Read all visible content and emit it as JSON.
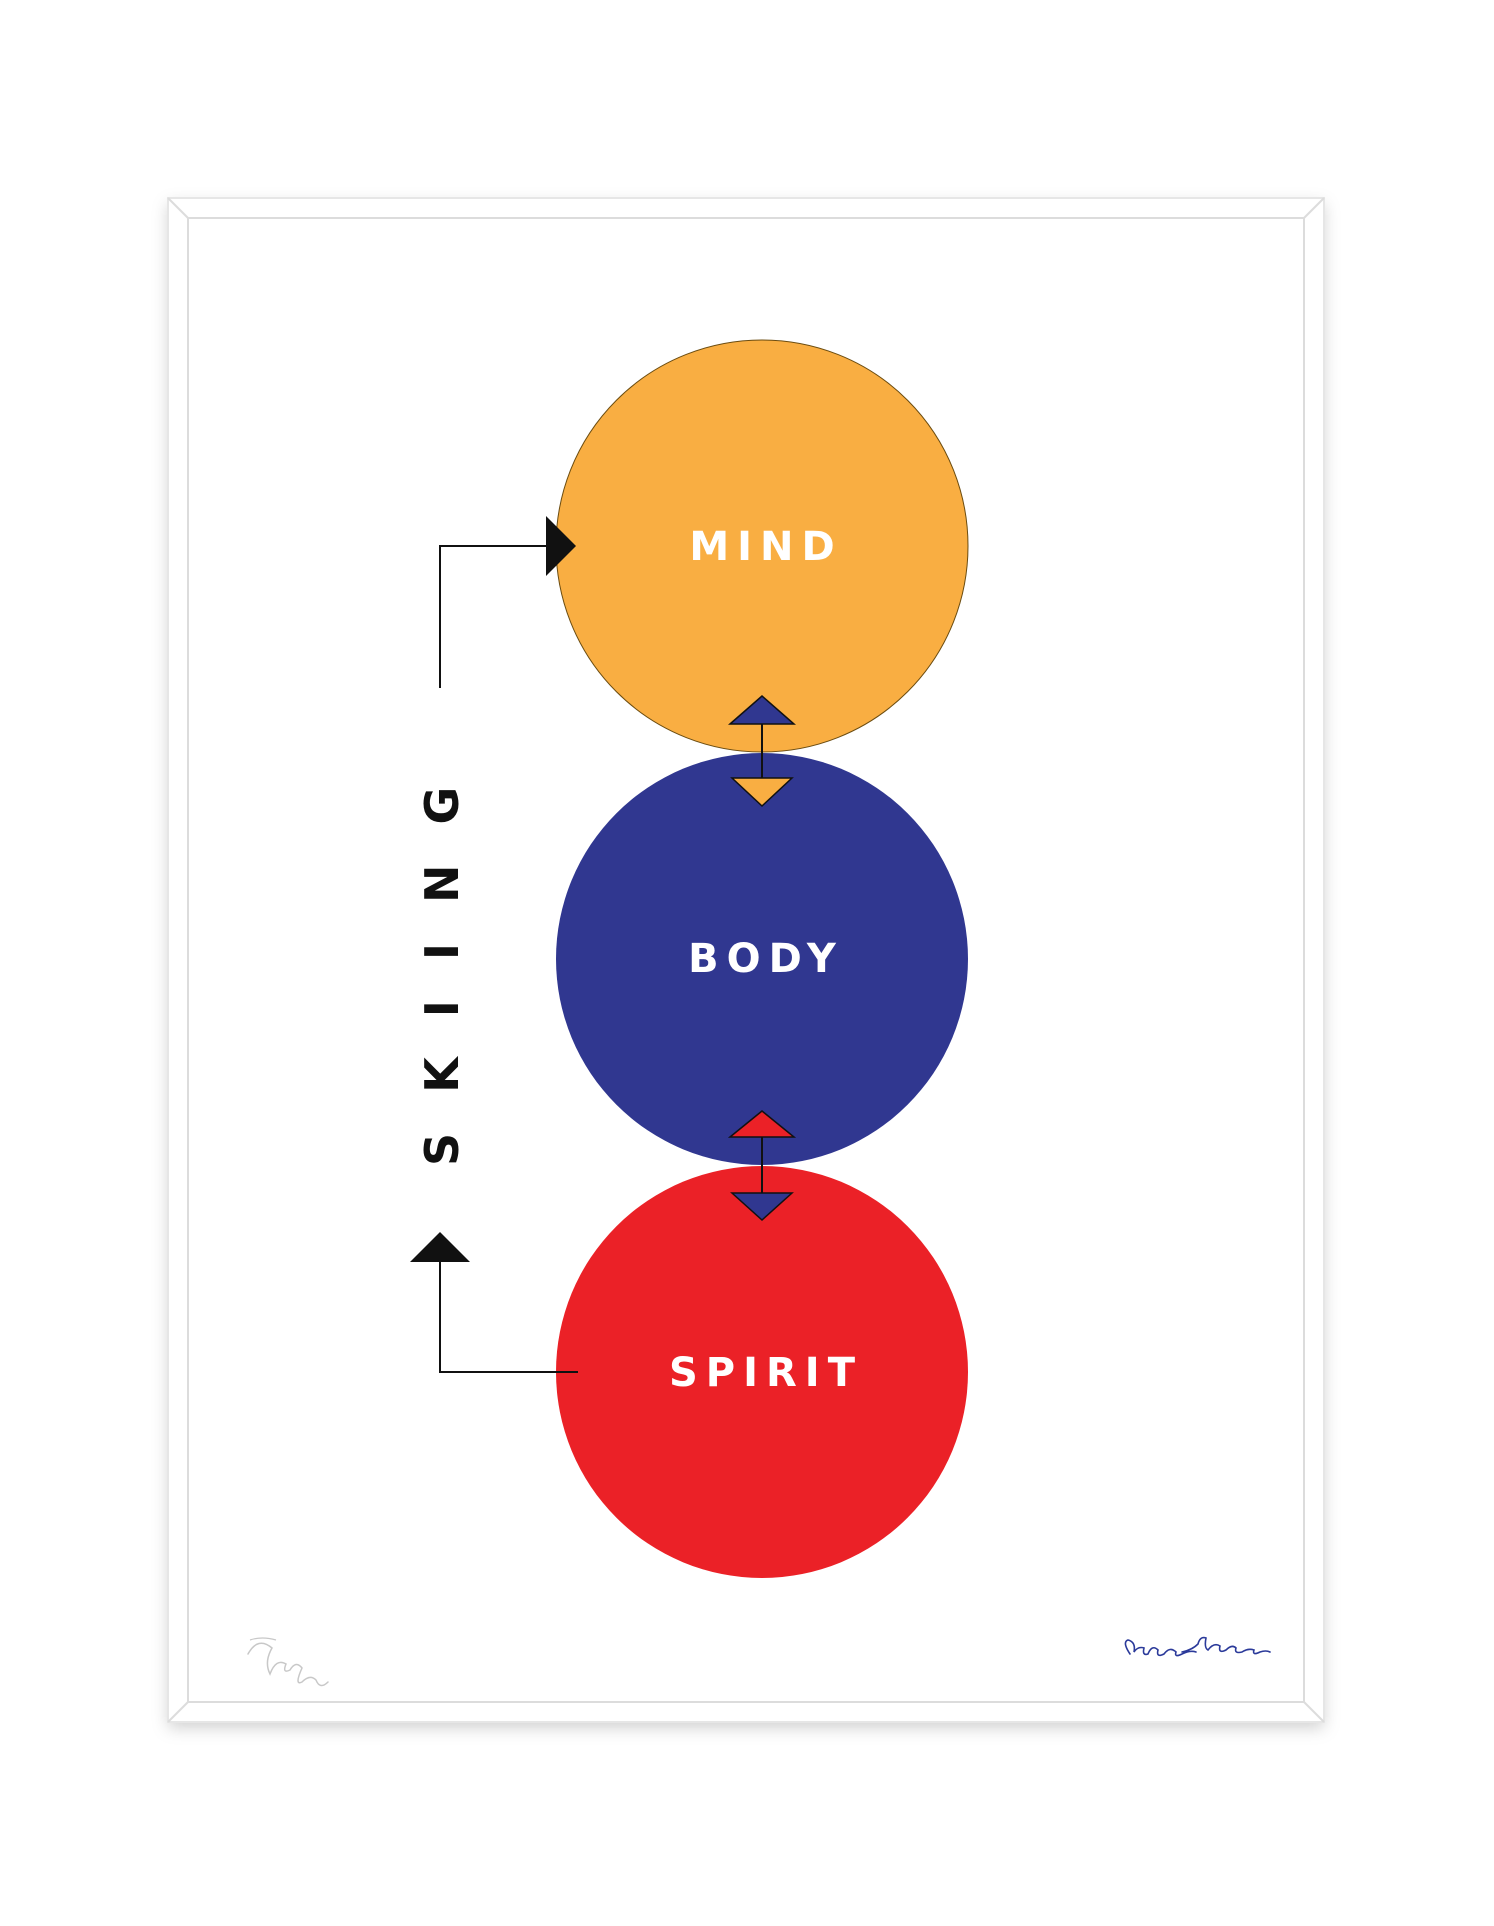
{
  "poster": {
    "vertical_title": "SKIING",
    "nodes": [
      {
        "label": "MIND",
        "color": "#F9AE42"
      },
      {
        "label": "BODY",
        "color": "#303790"
      },
      {
        "label": "SPIRIT",
        "color": "#EB2127"
      }
    ],
    "connectors": [
      {
        "up_arrow_color": "#303790",
        "down_arrow_color": "#F9AE42"
      },
      {
        "up_arrow_color": "#EB2127",
        "down_arrow_color": "#303790"
      }
    ],
    "signatures": {
      "left": "D. Sangster",
      "right": "Aspen Posters"
    },
    "colors": {
      "frame": "#ffffff",
      "frame_edge": "#d8d8d8",
      "line": "#111111",
      "signature_right": "#2B3A9A",
      "signature_left": "#c8c8c8"
    }
  }
}
